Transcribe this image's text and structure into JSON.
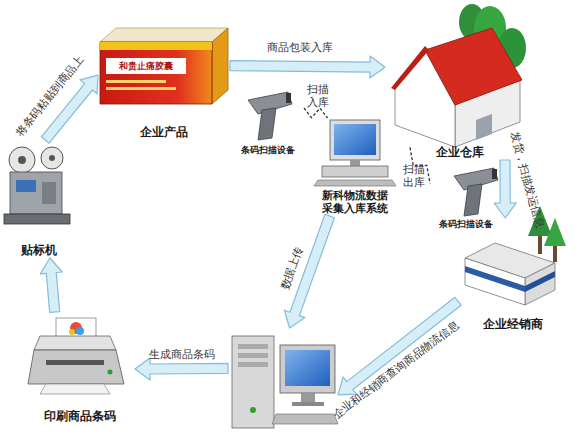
{
  "diagram": {
    "nodes": [
      {
        "text": [
          "企业产品"
        ]
      },
      {
        "text": [
          "企业仓库"
        ]
      },
      {
        "text": [
          "条码扫描设备"
        ]
      },
      {
        "text": [
          "新科物流数据采集入库系统"
        ]
      },
      {
        "text": [
          "条码扫描设备"
        ]
      },
      {
        "text": [
          "贴标机"
        ]
      },
      {
        "text": [
          "企业经销商"
        ]
      },
      {
        "text": []
      },
      {
        "text": [
          "印刷商品条码"
        ]
      }
    ],
    "edges": [
      {
        "from": 0,
        "to": 1,
        "label": "商品包装入库",
        "arrow": "to"
      },
      {
        "from": 2,
        "to": 3,
        "label": "扫描入库",
        "arrow": "none"
      },
      {
        "from": 3,
        "to": 4,
        "label": "扫描出库",
        "arrow": "none"
      },
      {
        "from": 1,
        "to": 6,
        "label": "发货，扫描发运信息",
        "arrow": "to"
      },
      {
        "from": 3,
        "to": 7,
        "label": "数据上传",
        "arrow": "to"
      },
      {
        "from": 6,
        "to": 7,
        "label": "企业和经销商查询商品物流信息",
        "arrow": "to"
      },
      {
        "from": 7,
        "to": 8,
        "label": "生成商品条码",
        "arrow": "to"
      },
      {
        "from": 8,
        "to": 5,
        "arrow": "to"
      },
      {
        "from": 5,
        "to": 0,
        "label": "将条码粘贴到商品上",
        "arrow": "to"
      }
    ],
    "labels": [
      "和贵止痛胶囊"
    ]
  }
}
